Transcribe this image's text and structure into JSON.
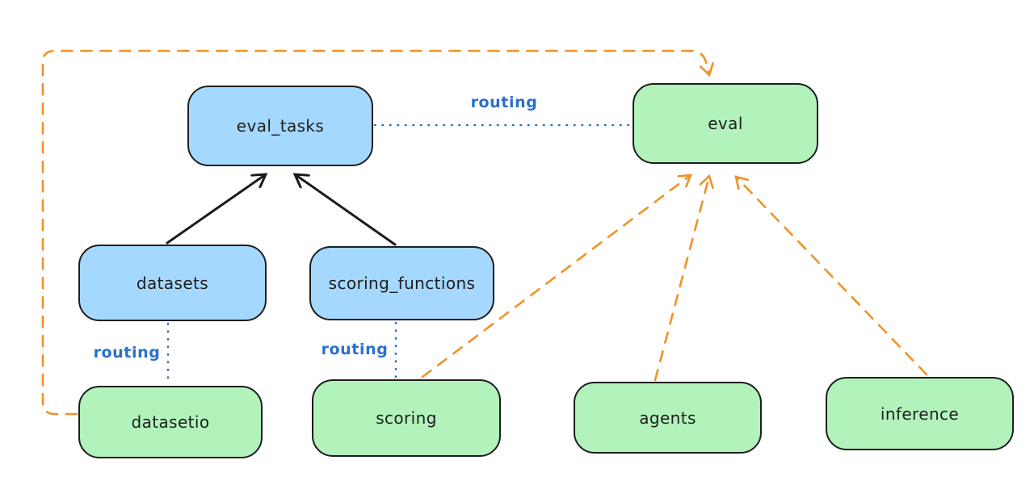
{
  "colors": {
    "background": "#ffffff",
    "node_blue_fill": "#a5d8ff",
    "node_green_fill": "#b2f2bb",
    "node_stroke": "#1e1e1e",
    "arrow_black": "#1b1b1b",
    "arrow_orange": "#ef9228",
    "routing_blue": "#2b6fce"
  },
  "nodes": {
    "eval_tasks": {
      "label": "eval_tasks",
      "fill": "blue"
    },
    "eval": {
      "label": "eval",
      "fill": "green"
    },
    "datasets": {
      "label": "datasets",
      "fill": "blue"
    },
    "scoring_functions": {
      "label": "scoring_functions",
      "fill": "blue"
    },
    "datasetio": {
      "label": "datasetio",
      "fill": "green"
    },
    "scoring": {
      "label": "scoring",
      "fill": "green"
    },
    "agents": {
      "label": "agents",
      "fill": "green"
    },
    "inference": {
      "label": "inference",
      "fill": "green"
    }
  },
  "edge_labels": {
    "routing_top": "routing",
    "routing_datasets": "routing",
    "routing_scoring": "routing"
  },
  "edges": [
    {
      "from": "datasets",
      "to": "eval_tasks",
      "style": "solid-black-arrow"
    },
    {
      "from": "scoring_functions",
      "to": "eval_tasks",
      "style": "solid-black-arrow"
    },
    {
      "from": "eval_tasks",
      "to": "eval",
      "style": "dotted-blue",
      "label": "routing"
    },
    {
      "from": "datasets",
      "to": "datasetio",
      "style": "dotted-blue",
      "label": "routing"
    },
    {
      "from": "scoring_functions",
      "to": "scoring",
      "style": "dotted-blue",
      "label": "routing"
    },
    {
      "from": "datasetio",
      "to": "eval",
      "style": "dashed-orange-arrow"
    },
    {
      "from": "scoring",
      "to": "eval",
      "style": "dashed-orange-arrow"
    },
    {
      "from": "agents",
      "to": "eval",
      "style": "dashed-orange-arrow"
    },
    {
      "from": "inference",
      "to": "eval",
      "style": "dashed-orange-arrow"
    }
  ]
}
